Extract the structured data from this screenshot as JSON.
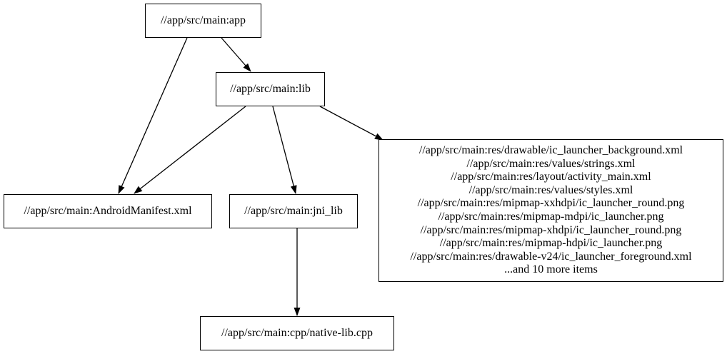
{
  "graph": {
    "colors": {
      "background": "#ffffff",
      "node_border": "#000000",
      "text": "#000000",
      "edge": "#000000"
    },
    "nodes": {
      "app": {
        "label": "//app/src/main:app"
      },
      "lib": {
        "label": "//app/src/main:lib"
      },
      "manifest": {
        "label": "//app/src/main:AndroidManifest.xml"
      },
      "jni_lib": {
        "label": "//app/src/main:jni_lib"
      },
      "cpp": {
        "label": "//app/src/main:cpp/native-lib.cpp"
      },
      "res_group": {
        "lines": [
          "//app/src/main:res/drawable/ic_launcher_background.xml",
          "//app/src/main:res/values/strings.xml",
          "//app/src/main:res/layout/activity_main.xml",
          "//app/src/main:res/values/styles.xml",
          "//app/src/main:res/mipmap-xxhdpi/ic_launcher_round.png",
          "//app/src/main:res/mipmap-mdpi/ic_launcher.png",
          "//app/src/main:res/mipmap-xhdpi/ic_launcher_round.png",
          "//app/src/main:res/mipmap-hdpi/ic_launcher.png",
          "//app/src/main:res/drawable-v24/ic_launcher_foreground.xml",
          "...and 10 more items"
        ]
      }
    },
    "edges": [
      {
        "from": "//app/src/main:app",
        "to": "//app/src/main:lib"
      },
      {
        "from": "//app/src/main:app",
        "to": "//app/src/main:AndroidManifest.xml"
      },
      {
        "from": "//app/src/main:lib",
        "to": "//app/src/main:AndroidManifest.xml"
      },
      {
        "from": "//app/src/main:lib",
        "to": "//app/src/main:jni_lib"
      },
      {
        "from": "//app/src/main:lib",
        "to": "res_group"
      },
      {
        "from": "//app/src/main:jni_lib",
        "to": "//app/src/main:cpp/native-lib.cpp"
      }
    ]
  }
}
